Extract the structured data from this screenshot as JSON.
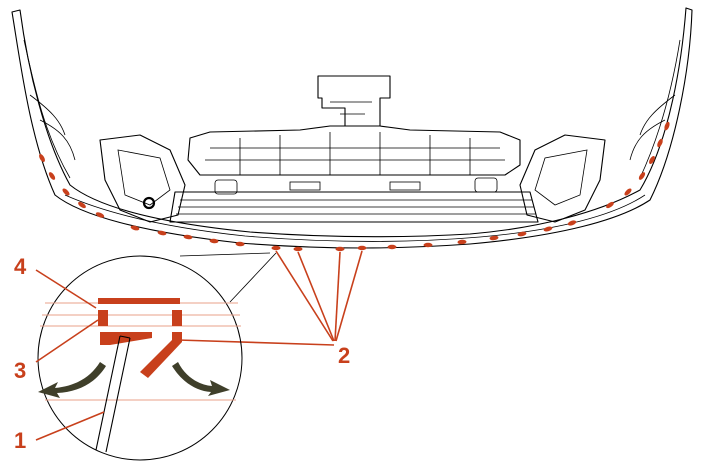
{
  "diagram": {
    "callouts": [
      {
        "id": "c1",
        "text": "1"
      },
      {
        "id": "c2",
        "text": "2"
      },
      {
        "id": "c3",
        "text": "3"
      },
      {
        "id": "c4",
        "text": "4"
      }
    ],
    "colors": {
      "accent": "#c8401c",
      "outline": "#000000",
      "arrow": "#3f3f2a",
      "background": "#ffffff"
    }
  }
}
